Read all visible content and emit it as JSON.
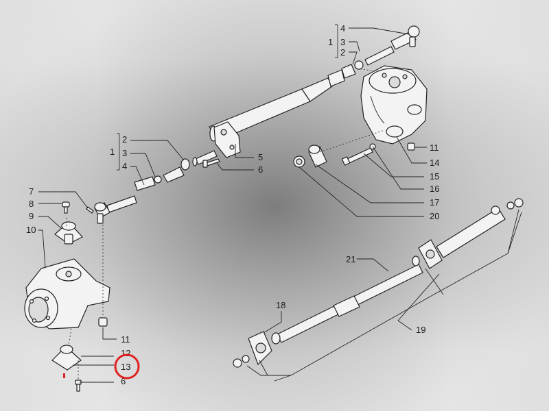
{
  "diagram": {
    "labels": {
      "group_top_1": "1",
      "group_top_2": "2",
      "group_top_3": "3",
      "group_top_4": "4",
      "group_left_1": "1",
      "group_left_2": "2",
      "group_left_3": "3",
      "group_left_4": "4",
      "l5": "5",
      "l6a": "6",
      "l6b": "6",
      "l7": "7",
      "l8": "8",
      "l9": "9",
      "l10": "10",
      "l11a": "11",
      "l11b": "11",
      "l12": "12",
      "l13": "13",
      "l14": "14",
      "l15": "15",
      "l16": "16",
      "l17": "17",
      "l18": "18",
      "l19": "19",
      "l20": "20",
      "l21": "21"
    },
    "highlight": {
      "label": "13",
      "color": "#e02020"
    },
    "colors": {
      "line": "#222222",
      "part_fill": "#f3f3f3"
    }
  }
}
